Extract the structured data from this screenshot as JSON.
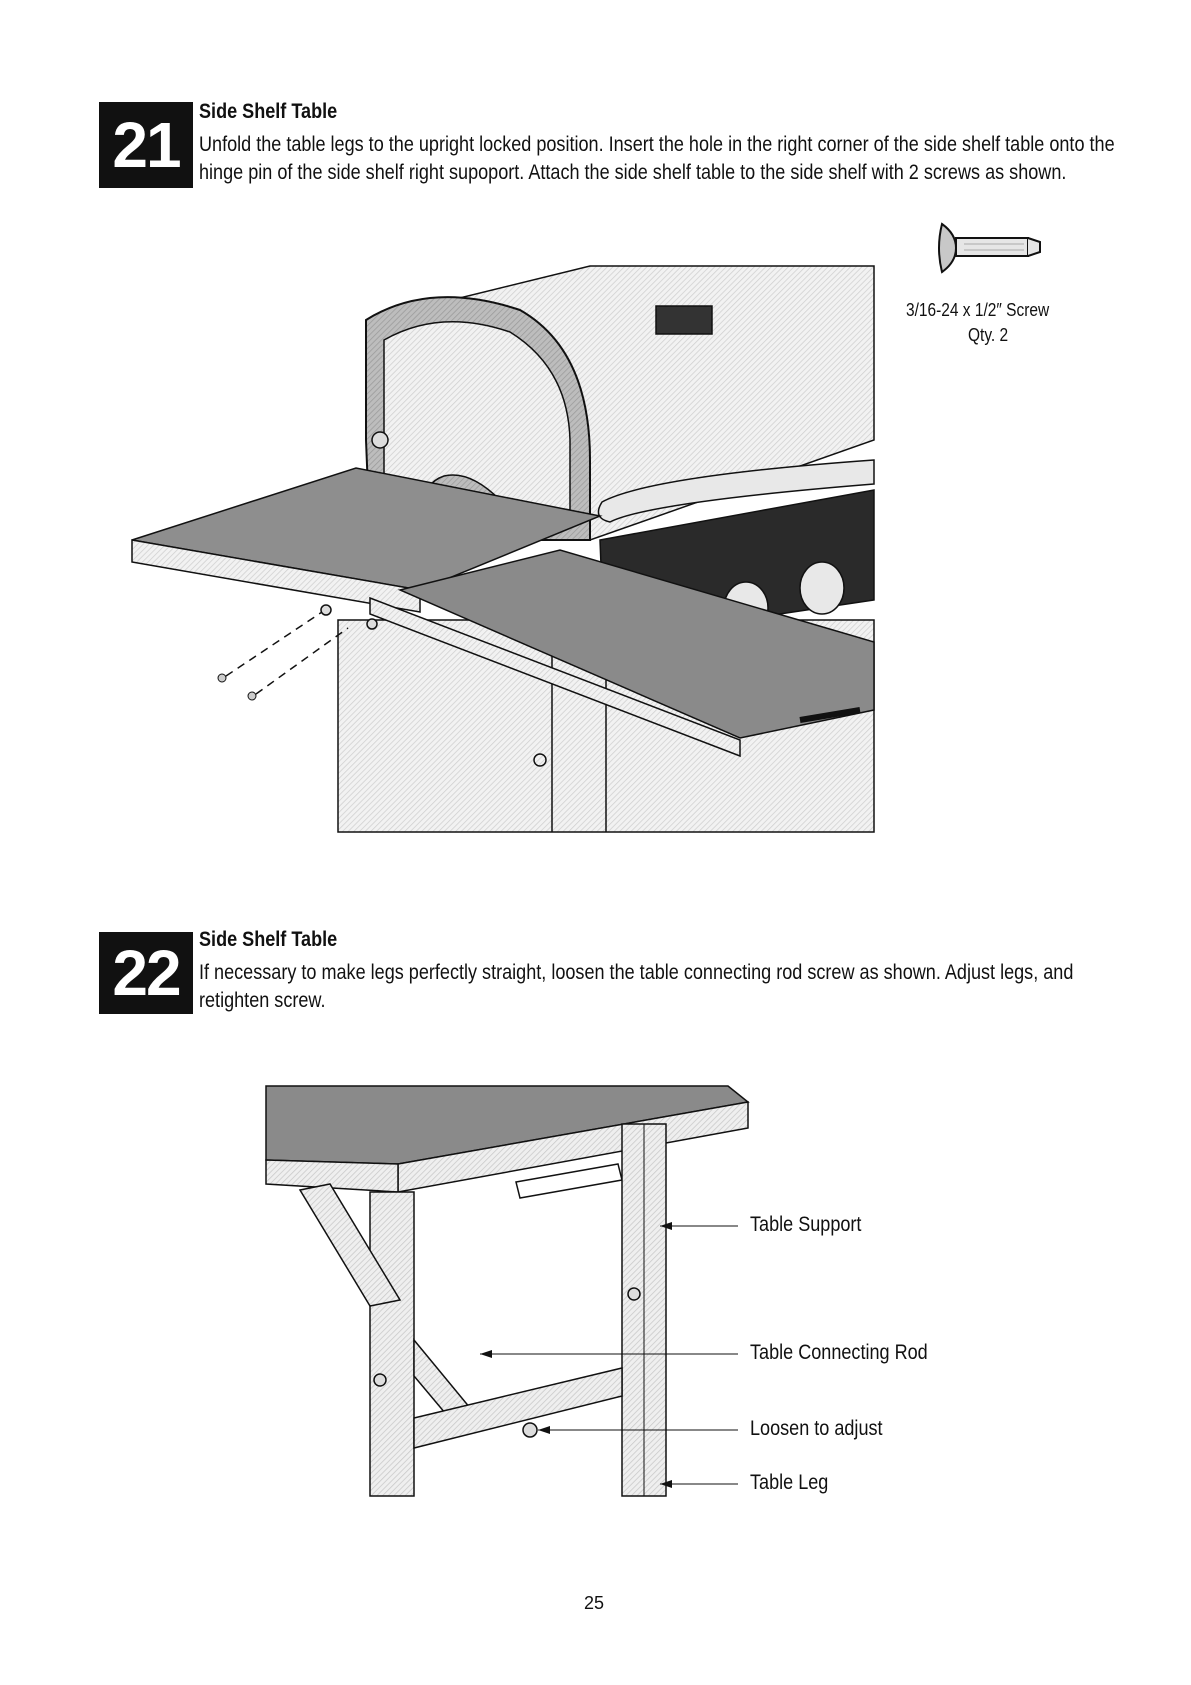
{
  "steps": [
    {
      "number": "21",
      "title": "Side Shelf Table",
      "body": "Unfold the table legs to the upright locked position. Insert the hole in the right corner of the side shelf table onto the hinge pin of the side shelf right supoport. Attach the side shelf table to the side shelf with 2 screws as shown."
    },
    {
      "number": "22",
      "title": "Side Shelf Table",
      "body": "If necessary to make legs perfectly straight, loosen the table connecting rod screw as shown. Adjust legs, and retighten screw."
    }
  ],
  "hardware": {
    "screw_spec": "3/16-24 x 1/2″ Screw",
    "quantity": "Qty. 2",
    "icon": "screw-icon"
  },
  "callouts": {
    "table_support": "Table Support",
    "table_connecting_rod": "Table Connecting Rod",
    "loosen_to_adjust": "Loosen to adjust",
    "table_leg": "Table Leg"
  },
  "page_number": "25",
  "colors": {
    "ink": "#111111",
    "shelf_gray": "#8a8a8a",
    "hatch_light": "#d9d9d9"
  }
}
